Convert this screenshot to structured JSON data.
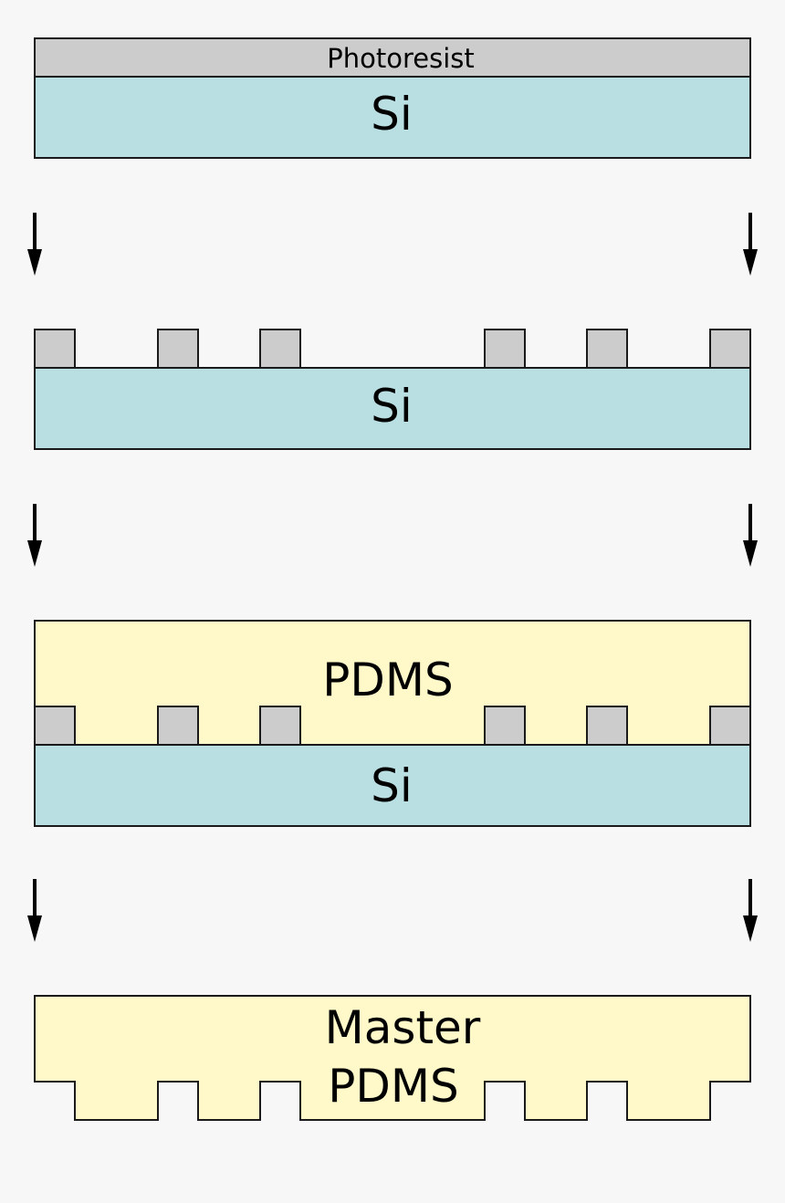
{
  "colors": {
    "background": "#f7f7f7",
    "photoresist": "#cccccc",
    "silicon": "#b9dfe2",
    "pdms": "#fff8c9",
    "outline": "#1a1a1a",
    "arrow": "#000000"
  },
  "steps": [
    {
      "photoresist_label": "Photoresist",
      "substrate_label": "Si"
    },
    {
      "substrate_label": "Si"
    },
    {
      "pdms_label": "PDMS",
      "substrate_label": "Si"
    },
    {
      "master_label_line1": "Master",
      "master_label_line2": "PDMS"
    }
  ],
  "arrows": [
    "down-arrow-icon",
    "down-arrow-icon",
    "down-arrow-icon"
  ]
}
